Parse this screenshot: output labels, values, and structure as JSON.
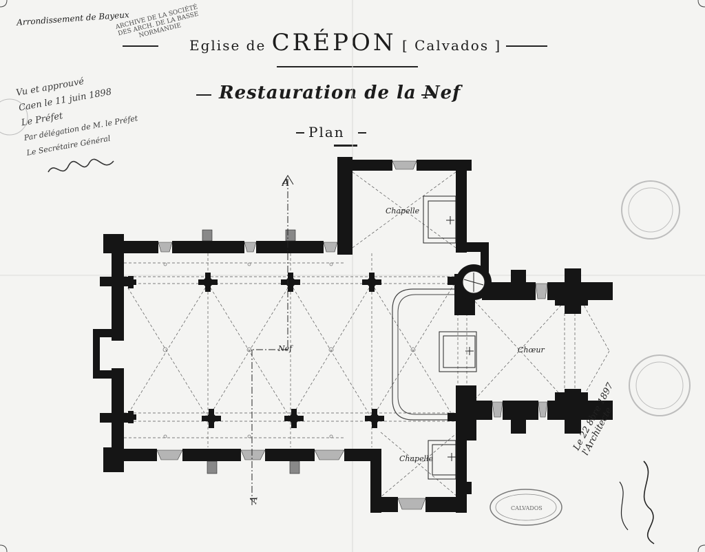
{
  "header": {
    "arrondissement": "Arrondissement de Bayeux",
    "title_prefix": "Eglise de",
    "title_name": "CRÉPON",
    "title_region": "Calvados",
    "subtitle": "Restauration de la Nef",
    "plan": "Plan"
  },
  "stamps": {
    "archive_stamp": "ARCHIVE DE LA SOCIÉTÉ DES ARCH. DE LA BASSE NORMANDIE",
    "bottom_stamp_line1": "CALVADOS"
  },
  "approval": {
    "line1": "Vu et approuvé",
    "line2": "Caen le 11 juin 1898",
    "line3": "Le Préfet",
    "line4": "Par délégation de M. le Préfet",
    "line5": "Le Secrétaire Général"
  },
  "signoff": {
    "date_line": "Le 22 8bre 1897",
    "role": "l'Architecte"
  },
  "labels": {
    "chapelle_top": "Chapelle",
    "chapelle_bottom": "Chapelle",
    "nef": "Nef",
    "choeur": "Chœur",
    "section_a_top": "A",
    "section_a_bottom": "A"
  },
  "colors": {
    "ink": "#1c1c1c",
    "paper": "#f4f4f2",
    "stamp": "#8a8a8a"
  }
}
